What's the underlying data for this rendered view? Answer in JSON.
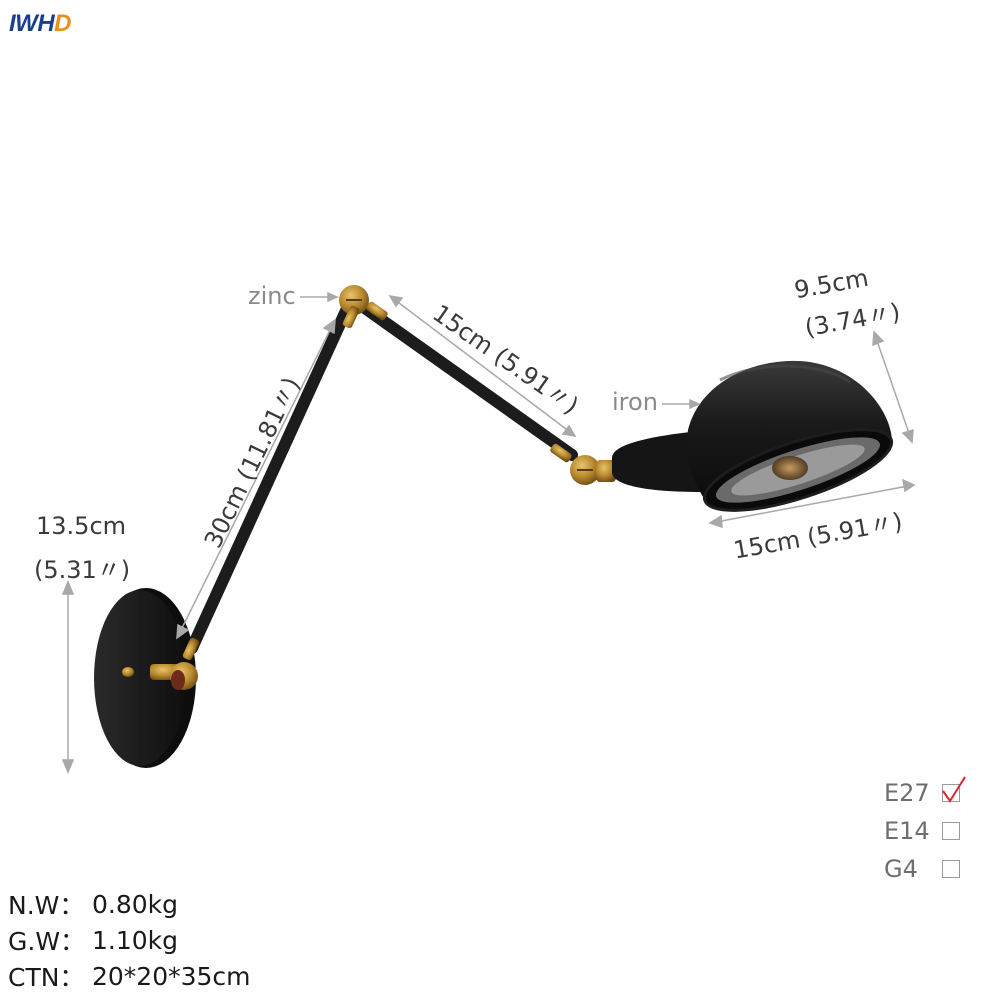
{
  "logo": {
    "part1": "IWH",
    "part2": "D"
  },
  "materials": {
    "zinc": "zinc",
    "iron": "iron"
  },
  "dimensions": {
    "base_height": {
      "metric": "13.5cm",
      "imperial": "(5.31〃)"
    },
    "lower_arm": "30cm (11.81〃)",
    "upper_arm": "15cm (5.91〃)",
    "shade_height": {
      "metric": "9.5cm",
      "imperial": "(3.74〃)"
    },
    "shade_width": "15cm (5.91〃)"
  },
  "socket_options": [
    {
      "label": "E27",
      "checked": true
    },
    {
      "label": "E14",
      "checked": false
    },
    {
      "label": "G4",
      "checked": false
    }
  ],
  "specs": [
    {
      "key": "N.W：",
      "value": "0.80kg"
    },
    {
      "key": "G.W：",
      "value": "1.10kg"
    },
    {
      "key": "CTN：",
      "value": "20*20*35cm"
    }
  ],
  "colors": {
    "lamp_black": "#1c1c1c",
    "brass": "#b8892e",
    "dimension_line": "#a8a8a8",
    "check_red": "#d9262c"
  }
}
